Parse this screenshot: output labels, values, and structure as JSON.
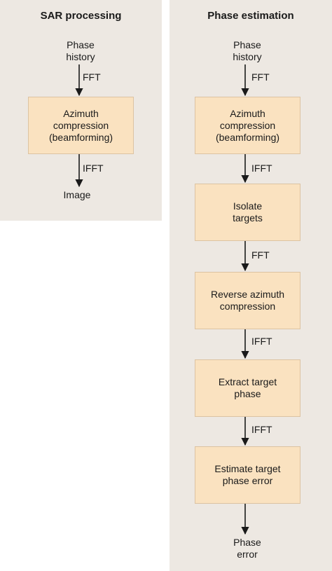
{
  "left_panel": {
    "title": "SAR processing",
    "input": "Phase\nhistory",
    "edge1": "FFT",
    "box1": "Azimuth\ncompression\n(beamforming)",
    "edge2": "IFFT",
    "output": "Image"
  },
  "right_panel": {
    "title": "Phase estimation",
    "input": "Phase\nhistory",
    "edges": [
      "FFT",
      "IFFT",
      "FFT",
      "IFFT",
      "IFFT"
    ],
    "boxes": [
      "Azimuth\ncompression\n(beamforming)",
      "Isolate\ntargets",
      "Reverse azimuth\ncompression",
      "Extract target\nphase",
      "Estimate target\nphase error"
    ],
    "output": "Phase\nerror"
  },
  "colors": {
    "panel_background": "#ede8e2",
    "box_fill": "#fae2c0",
    "arrow": "#1a1a1a"
  }
}
